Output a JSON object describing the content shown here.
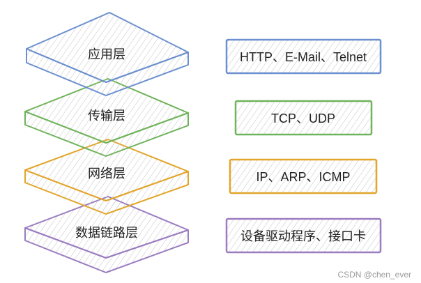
{
  "layers": [
    {
      "id": "application",
      "label": "应用层",
      "protocols": "HTTP、E-Mail、Telnet",
      "color": "#6b8fcf"
    },
    {
      "id": "transport",
      "label": "传输层",
      "protocols": "TCP、UDP",
      "color": "#6fb35a"
    },
    {
      "id": "network",
      "label": "网络层",
      "protocols": "IP、ARP、ICMP",
      "color": "#e2a52a"
    },
    {
      "id": "datalink",
      "label": "数据链路层",
      "protocols": "设备驱动程序、接口卡",
      "color": "#9b7cc0"
    }
  ],
  "watermark": "CSDN @chen_ever"
}
